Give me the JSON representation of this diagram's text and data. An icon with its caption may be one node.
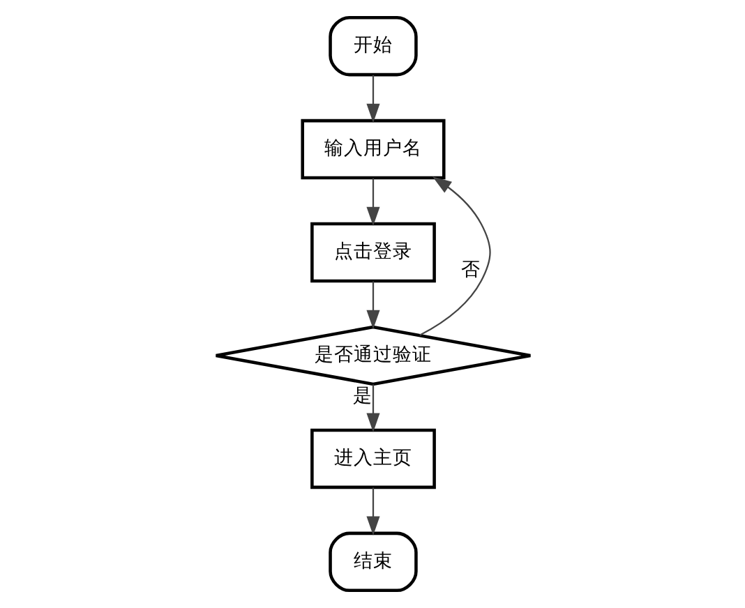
{
  "diagram": {
    "nodes": [
      {
        "text": [
          "开始"
        ]
      },
      {
        "text": [
          "输入用户名"
        ]
      },
      {
        "text": [
          "点击登录"
        ]
      },
      {
        "text": [
          "是否通过验证"
        ]
      },
      {
        "text": [
          "进入主页"
        ]
      },
      {
        "text": [
          "结束"
        ]
      }
    ],
    "edges": [
      {
        "from": 0,
        "to": 1,
        "arrow": "to"
      },
      {
        "from": 1,
        "to": 2,
        "arrow": "to"
      },
      {
        "from": 2,
        "to": 3,
        "arrow": "to"
      },
      {
        "from": 3,
        "to": 1,
        "arrow": "to",
        "label": "否"
      },
      {
        "from": 3,
        "to": 4,
        "arrow": "to",
        "label": "是"
      },
      {
        "from": 4,
        "to": 5,
        "arrow": "to"
      }
    ]
  }
}
